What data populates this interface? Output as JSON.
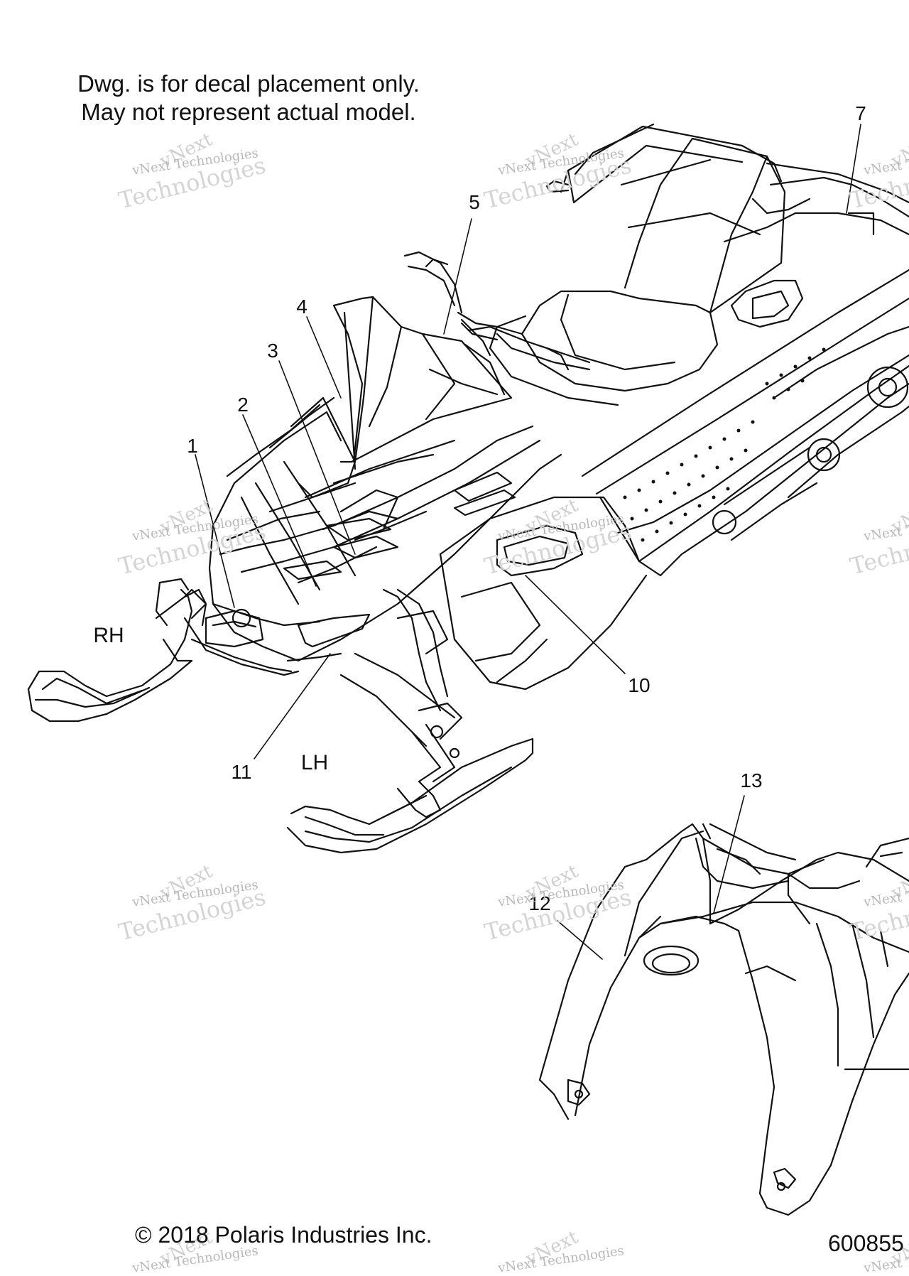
{
  "notes": {
    "line1": "Dwg. is for decal placement only.",
    "line2": "May not represent actual model."
  },
  "callouts": {
    "c1": "1",
    "c2": "2",
    "c3": "3",
    "c4": "4",
    "c5": "5",
    "c7": "7",
    "c10": "10",
    "c11": "11",
    "c12": "12",
    "c13": "13"
  },
  "sides": {
    "rh": "RH",
    "lh": "LH"
  },
  "watermark": {
    "line_a": "vNext",
    "line_b": "vNext Technologies",
    "line_c": "Technologies"
  },
  "footer": {
    "copyright": "© 2018 Polaris Industries Inc.",
    "part_number": "600855"
  }
}
